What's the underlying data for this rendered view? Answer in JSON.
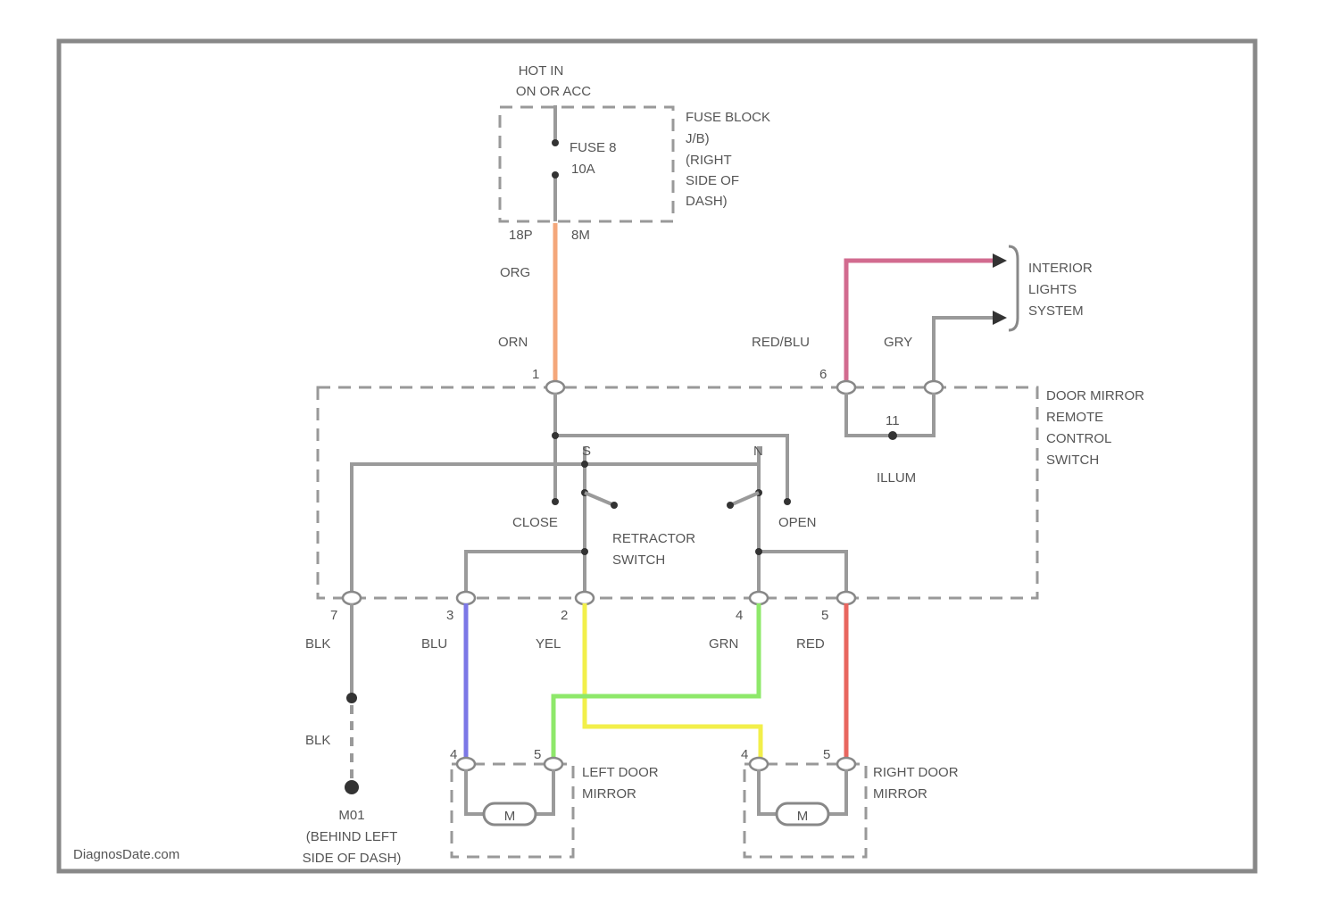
{
  "watermark": "DiagnosDate.com",
  "power": {
    "line1": "HOT IN",
    "line2": "ON OR ACC"
  },
  "fuse_block": {
    "label": [
      "FUSE BLOCK",
      "J/B)",
      "(RIGHT",
      "SIDE OF",
      "DASH)"
    ],
    "fuse": [
      "FUSE 8",
      "10A"
    ],
    "connector_left": "18P",
    "connector_right": "8M"
  },
  "wires": {
    "orn_top": "ORG",
    "orn_mid": "ORN",
    "red_blu": "RED/BLU",
    "gry": "GRY",
    "blk_1": "BLK",
    "blu": "BLU",
    "yel": "YEL",
    "grn": "GRN",
    "red": "RED",
    "blk_2": "BLK"
  },
  "interior": {
    "label": [
      "INTERIOR",
      "LIGHTS",
      "SYSTEM"
    ]
  },
  "switch": {
    "label": [
      "DOOR MIRROR",
      "REMOTE",
      "CONTROL",
      "SWITCH"
    ],
    "close": "CLOSE",
    "open": "OPEN",
    "retractor": [
      "RETRACTOR",
      "SWITCH"
    ],
    "illum": "ILLUM",
    "pin_top": "1",
    "pin_illum_left": "6",
    "pin_illum": "11",
    "pin_bottom": [
      "7",
      "3",
      "2",
      "4",
      "5"
    ]
  },
  "ground": {
    "label": [
      "M01",
      "(BEHIND LEFT",
      "SIDE OF DASH)"
    ]
  },
  "left_mirror": {
    "label": [
      "LEFT DOOR",
      "MIRROR"
    ],
    "motor": "M",
    "pin_l": "4",
    "pin_r": "5"
  },
  "right_mirror": {
    "label": [
      "RIGHT DOOR",
      "MIRROR"
    ],
    "motor": "M",
    "pin_l": "4",
    "pin_r": "5"
  },
  "colors": {
    "orange": "#f4a77a",
    "pink": "#d26b8f",
    "blue": "#7b77e6",
    "yellow": "#f2ef4a",
    "green": "#8ee86a",
    "red": "#e8665f"
  }
}
